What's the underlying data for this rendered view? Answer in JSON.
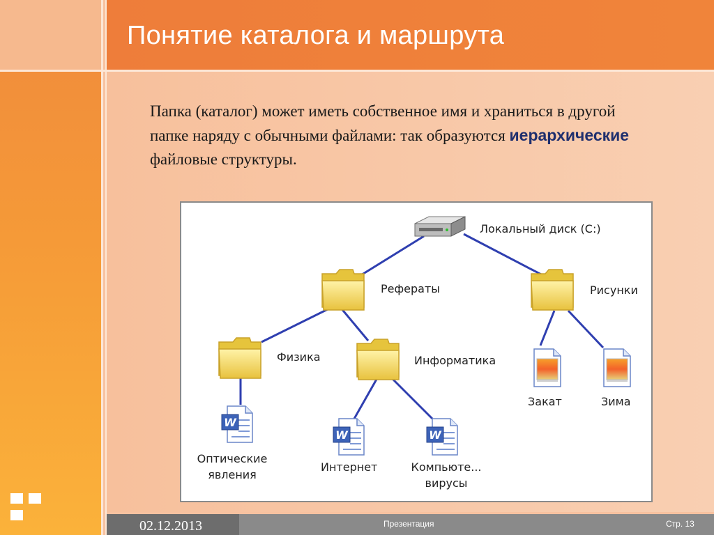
{
  "slide": {
    "title": "Понятие каталога и маршрута",
    "paragraph": {
      "part1": "Папка (каталог) может иметь собственное имя и храниться в другой папке наряду с обычными файлами: так образуются ",
      "highlight": "иерархические",
      "part2": " файловые структуры."
    }
  },
  "diagram": {
    "nodes": {
      "disk": {
        "label": "Локальный диск (С:)",
        "icon": "hard-disk-icon"
      },
      "referaty": {
        "label": "Рефераты",
        "icon": "folder-icon"
      },
      "risunki": {
        "label": "Рисунки",
        "icon": "folder-icon"
      },
      "fizika": {
        "label": "Физика",
        "icon": "folder-icon"
      },
      "informatika": {
        "label": "Информатика",
        "icon": "folder-icon"
      },
      "zakat": {
        "label": "Закат",
        "icon": "image-file-icon"
      },
      "zima": {
        "label": "Зима",
        "icon": "image-file-icon"
      },
      "optich": {
        "label_line1": "Оптические",
        "label_line2": "явления",
        "icon": "word-document-icon"
      },
      "internet": {
        "label": "Интернет",
        "icon": "word-document-icon"
      },
      "kompyute": {
        "label_line1": "Компьюте...",
        "label_line2": "вирусы",
        "icon": "word-document-icon"
      }
    },
    "colors": {
      "edge": "#2f3fb0",
      "folder": "#f5d656",
      "folder_dark": "#d9b432"
    }
  },
  "footer": {
    "date": "02.12.2013",
    "presentation": "Презентация",
    "page": "Стр. 13"
  }
}
